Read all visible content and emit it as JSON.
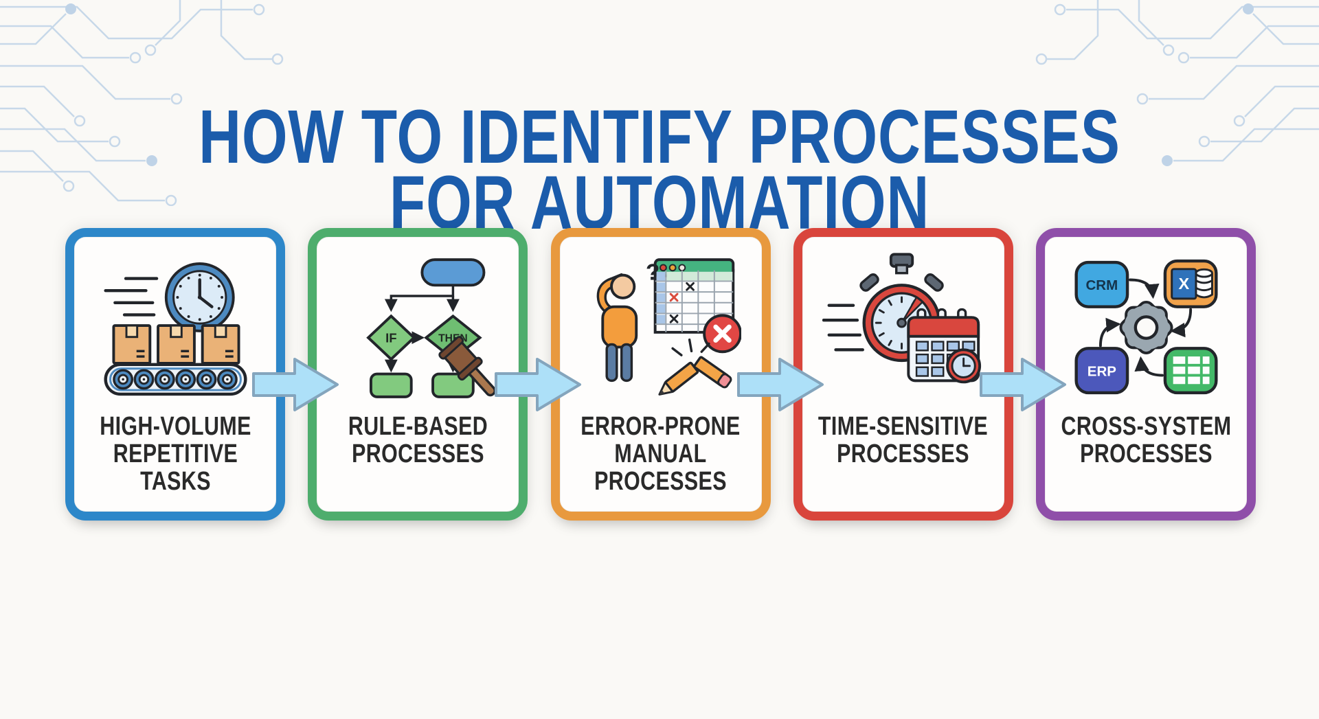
{
  "title": {
    "line1": "HOW TO IDENTIFY PROCESSES",
    "line2": "FOR AUTOMATION"
  },
  "colors": {
    "background": "#faf9f6",
    "title": "#1b5cab",
    "label_text": "#2a2a2a",
    "arrow_fill": "#ade0f8",
    "arrow_stroke": "#84a5bd",
    "circuit": "#c2d5e8"
  },
  "cards": [
    {
      "id": "high-volume-repetitive-tasks",
      "accent": "#2d87c9",
      "icon": "conveyor-belt-clock-icon",
      "lines": [
        "HIGH-VOLUME",
        "REPETITIVE",
        "TASKS"
      ]
    },
    {
      "id": "rule-based-processes",
      "accent": "#4ead6d",
      "icon": "flowchart-gavel-icon",
      "lines": [
        "RULE-BASED",
        "PROCESSES"
      ],
      "flow": {
        "if": "IF",
        "then": "THEN"
      }
    },
    {
      "id": "error-prone-manual-processes",
      "accent": "#e8993e",
      "icon": "confused-person-spreadsheet-broken-pencil-icon",
      "lines": [
        "ERROR-PRONE",
        "MANUAL",
        "PROCESSES"
      ],
      "marks": {
        "question": "?"
      }
    },
    {
      "id": "time-sensitive-processes",
      "accent": "#d9453c",
      "icon": "stopwatch-calendar-icon",
      "lines": [
        "TIME-SENSITIVE",
        "PROCESSES"
      ]
    },
    {
      "id": "cross-system-processes",
      "accent": "#8f4fa9",
      "icon": "systems-integration-gear-icon",
      "lines": [
        "CROSS-SYSTEM",
        "PROCESSES"
      ],
      "systems": {
        "crm": "CRM",
        "erp": "ERP",
        "excel_x": "X"
      }
    }
  ]
}
